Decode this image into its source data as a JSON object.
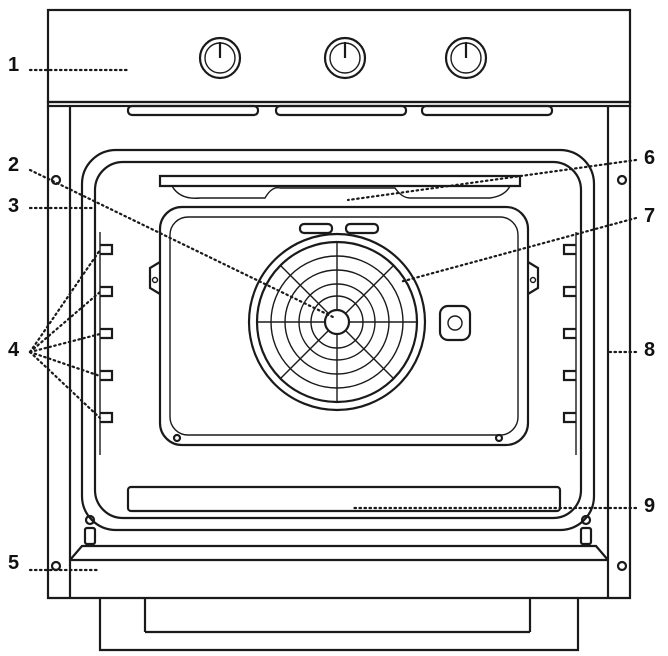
{
  "diagram": {
    "callouts": [
      {
        "id": "1",
        "text": "1"
      },
      {
        "id": "2",
        "text": "2"
      },
      {
        "id": "3",
        "text": "3"
      },
      {
        "id": "4",
        "text": "4"
      },
      {
        "id": "5",
        "text": "5"
      },
      {
        "id": "6",
        "text": "6"
      },
      {
        "id": "7",
        "text": "7"
      },
      {
        "id": "8",
        "text": "8"
      },
      {
        "id": "9",
        "text": "9"
      }
    ],
    "components": [
      "control-panel",
      "knob",
      "knob",
      "knob",
      "oven-cavity",
      "convection-fan",
      "shelf-runners",
      "door-hinge",
      "drawer"
    ]
  }
}
